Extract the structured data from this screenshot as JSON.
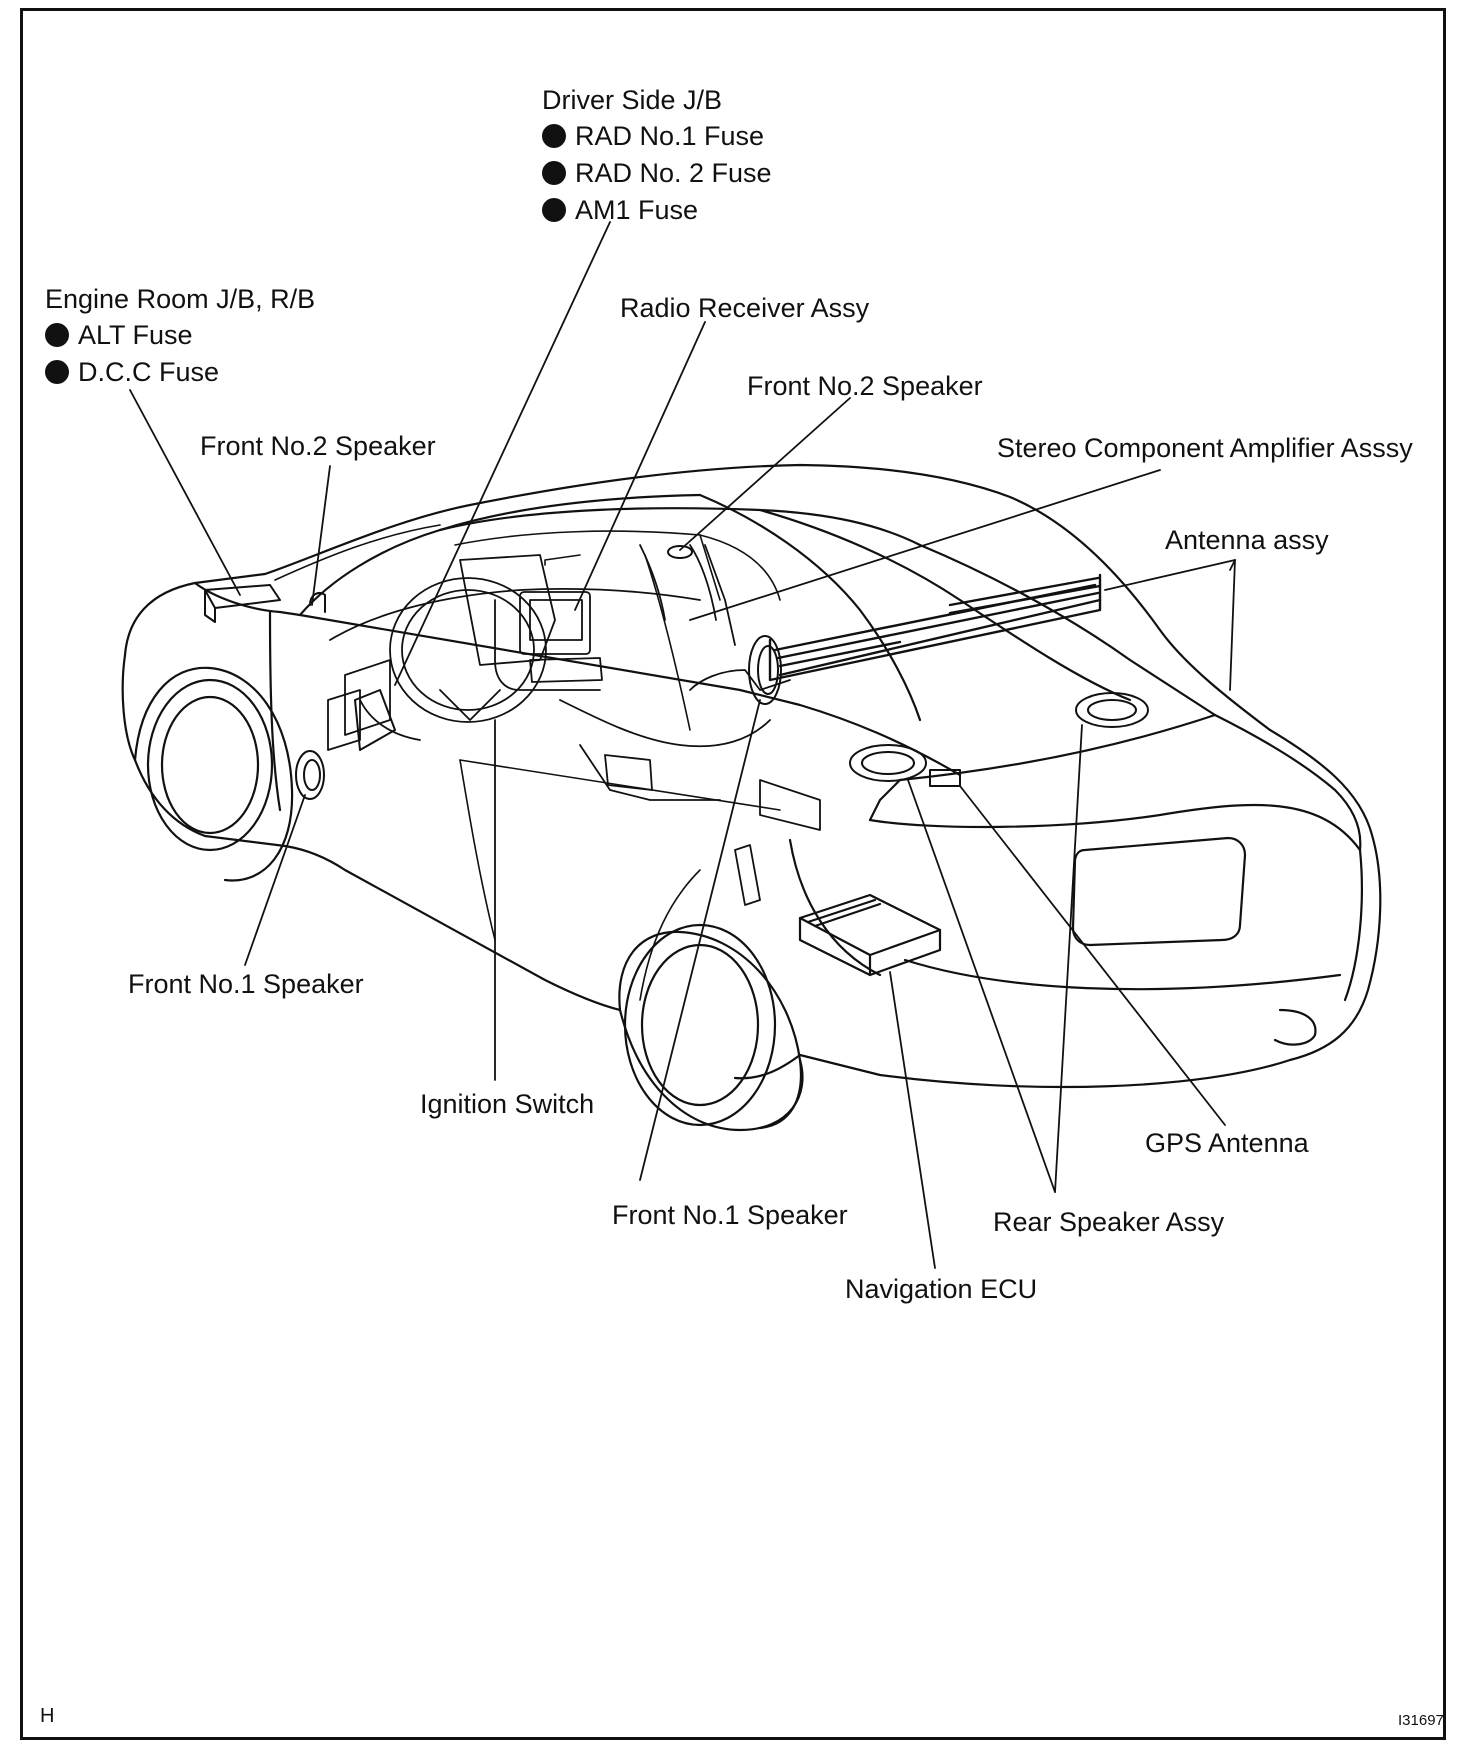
{
  "driver_jb": {
    "title": "Driver Side J/B",
    "fuses": [
      "RAD No.1 Fuse",
      "RAD No. 2 Fuse",
      "AM1 Fuse"
    ]
  },
  "engine_jb": {
    "title": "Engine Room J/B, R/B",
    "fuses": [
      "ALT Fuse",
      "D.C.C Fuse"
    ]
  },
  "labels": {
    "radio_receiver": "Radio Receiver Assy",
    "front_no2_speaker_right": "Front No.2 Speaker",
    "front_no2_speaker_left": "Front No.2 Speaker",
    "stereo_amplifier": "Stereo Component Amplifier Asssy",
    "antenna": "Antenna assy",
    "front_no1_speaker_left": "Front No.1 Speaker",
    "ignition_switch": "Ignition Switch",
    "gps_antenna": "GPS Antenna",
    "front_no1_speaker_bottom": "Front No.1 Speaker",
    "rear_speaker": "Rear Speaker Assy",
    "navigation_ecu": "Navigation ECU"
  },
  "footer": {
    "corner_letter": "H",
    "figure_code": "I31697"
  }
}
